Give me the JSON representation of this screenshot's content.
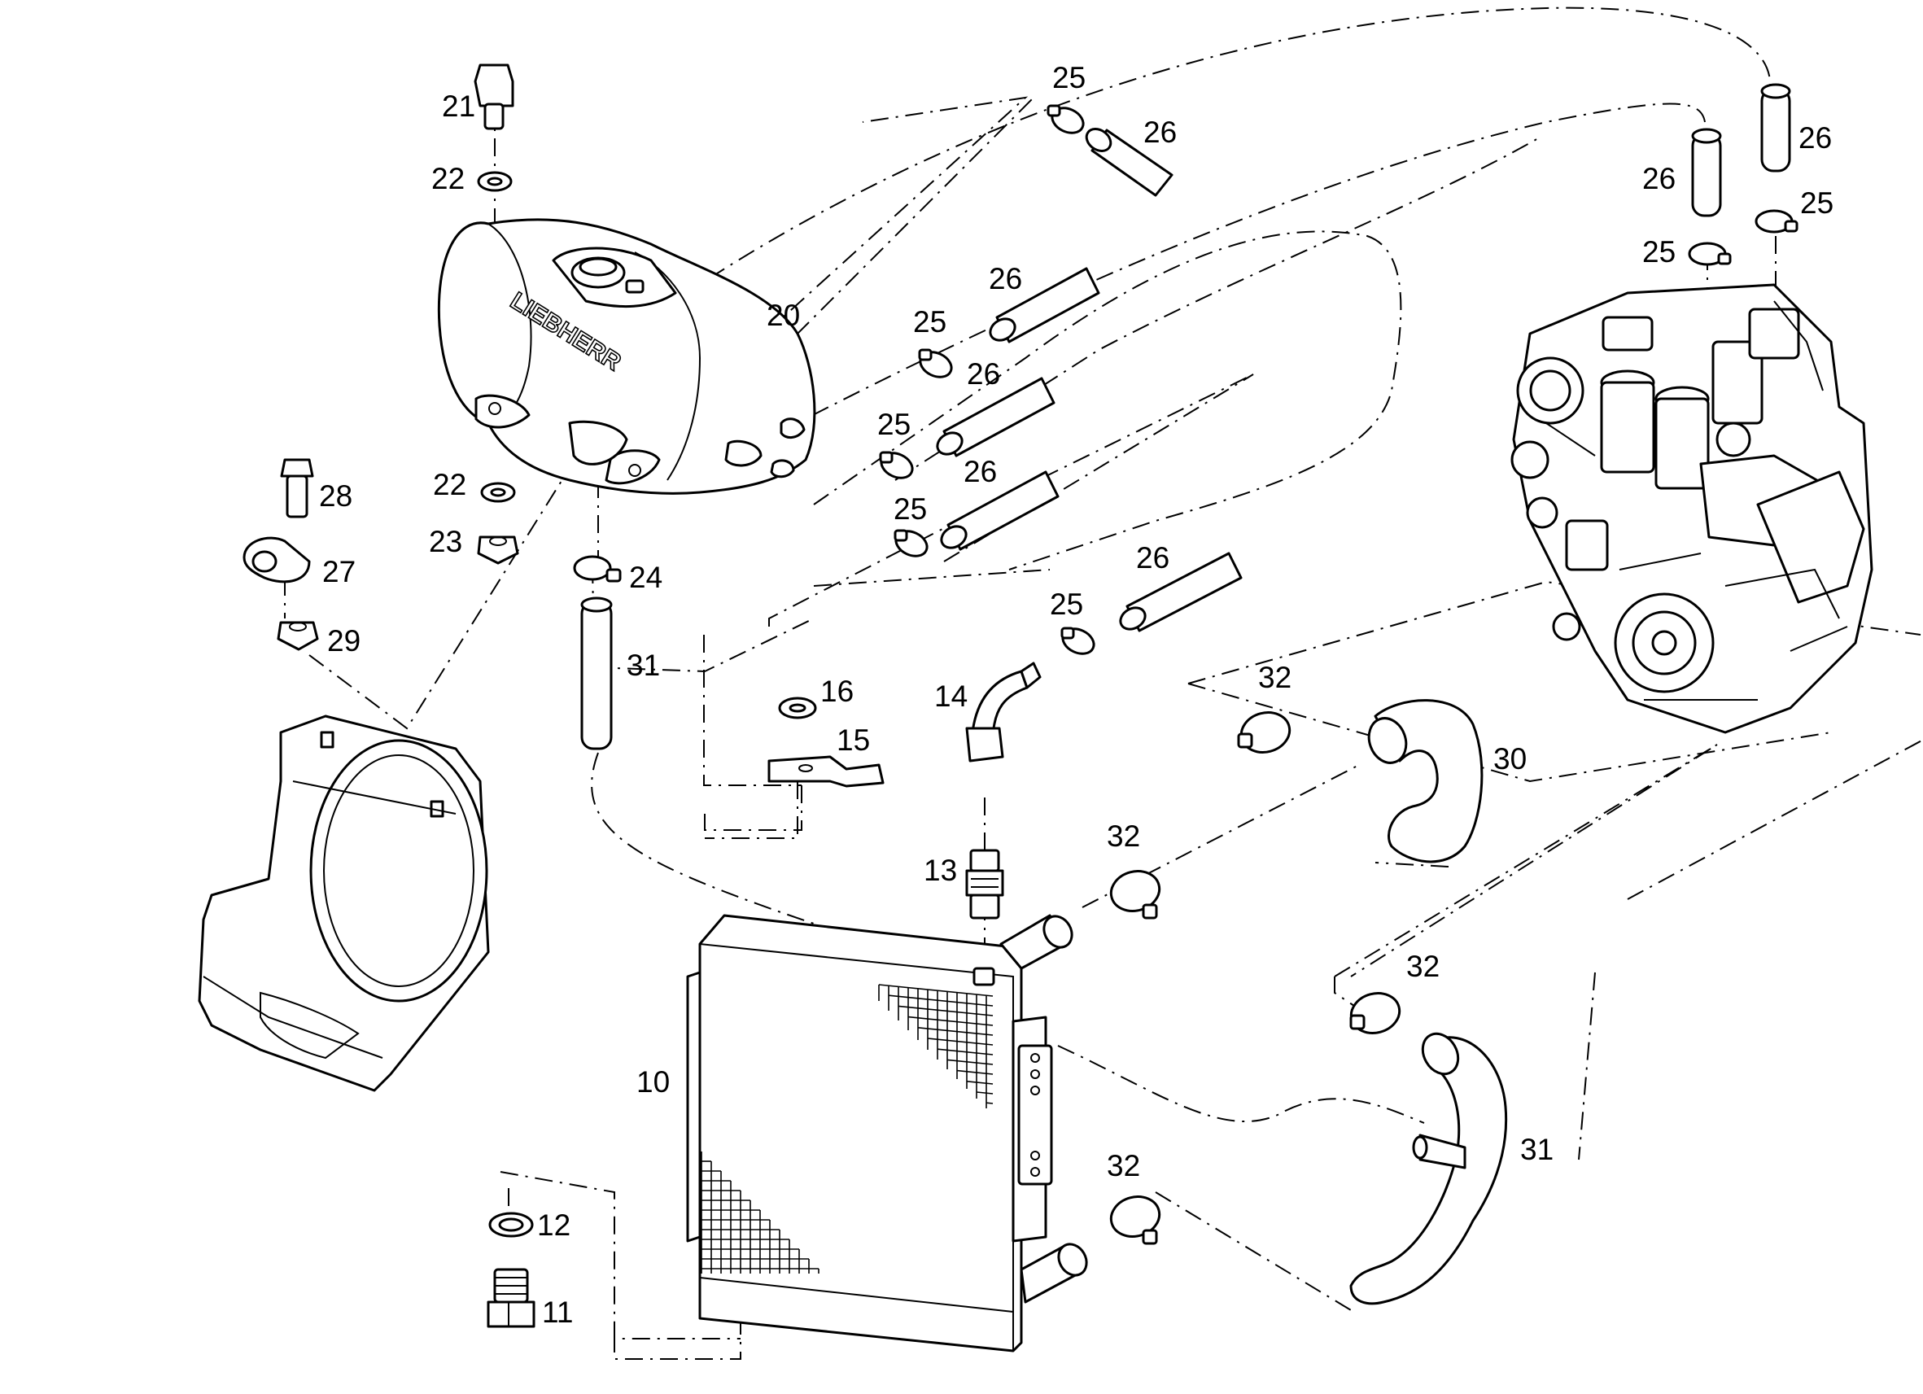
{
  "brand_text": "LIEBHERR",
  "callouts": [
    {
      "id": "c21a",
      "text": "21"
    },
    {
      "id": "c22a",
      "text": "22"
    },
    {
      "id": "c22b",
      "text": "22"
    },
    {
      "id": "c23",
      "text": "23"
    },
    {
      "id": "c24",
      "text": "24"
    },
    {
      "id": "c31a",
      "text": "31"
    },
    {
      "id": "c28",
      "text": "28"
    },
    {
      "id": "c27",
      "text": "27"
    },
    {
      "id": "c29",
      "text": "29"
    },
    {
      "id": "c20",
      "text": "20"
    },
    {
      "id": "c25a",
      "text": "25"
    },
    {
      "id": "c26a",
      "text": "26"
    },
    {
      "id": "c26b",
      "text": "26"
    },
    {
      "id": "c25b",
      "text": "25"
    },
    {
      "id": "c26c",
      "text": "26"
    },
    {
      "id": "c25c",
      "text": "25"
    },
    {
      "id": "c26d",
      "text": "26"
    },
    {
      "id": "c25d",
      "text": "25"
    },
    {
      "id": "c26e",
      "text": "26"
    },
    {
      "id": "c25e",
      "text": "25"
    },
    {
      "id": "c26f",
      "text": "26"
    },
    {
      "id": "c25f",
      "text": "25"
    },
    {
      "id": "c26g",
      "text": "26"
    },
    {
      "id": "c25g",
      "text": "25"
    },
    {
      "id": "c16",
      "text": "16"
    },
    {
      "id": "c15",
      "text": "15"
    },
    {
      "id": "c14",
      "text": "14"
    },
    {
      "id": "c13",
      "text": "13"
    },
    {
      "id": "c32a",
      "text": "32"
    },
    {
      "id": "c30",
      "text": "30"
    },
    {
      "id": "c32b",
      "text": "32"
    },
    {
      "id": "c32c",
      "text": "32"
    },
    {
      "id": "c32d",
      "text": "32"
    },
    {
      "id": "c31b",
      "text": "31"
    },
    {
      "id": "c10",
      "text": "10"
    },
    {
      "id": "c12",
      "text": "12"
    },
    {
      "id": "c11",
      "text": "11"
    }
  ]
}
